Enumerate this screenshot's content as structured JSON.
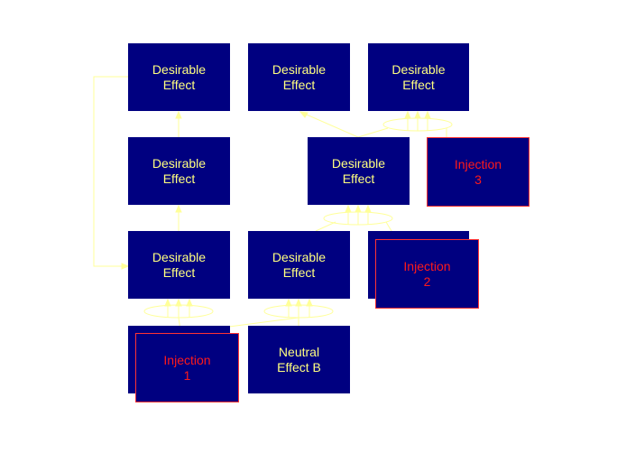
{
  "colors": {
    "box_fill": "#000080",
    "effect_text": "#ffff80",
    "injection_text": "#ff1a1a",
    "injection_border": "#ff3333",
    "connector": "#ffff99"
  },
  "nodes": {
    "de_top_left": "Desirable\nEffect",
    "de_top_mid": "Desirable\nEffect",
    "de_top_right": "Desirable\nEffect",
    "de_mid_left": "Desirable\nEffect",
    "de_mid_center": "Desirable\nEffect",
    "de_bot_left": "Desirable\nEffect",
    "de_bot_mid": "Desirable\nEffect",
    "neutral_b": "Neutral\nEffect B",
    "injection_1": "Injection\n1",
    "injection_2": "Injection\n2",
    "injection_3": "Injection\n3"
  }
}
